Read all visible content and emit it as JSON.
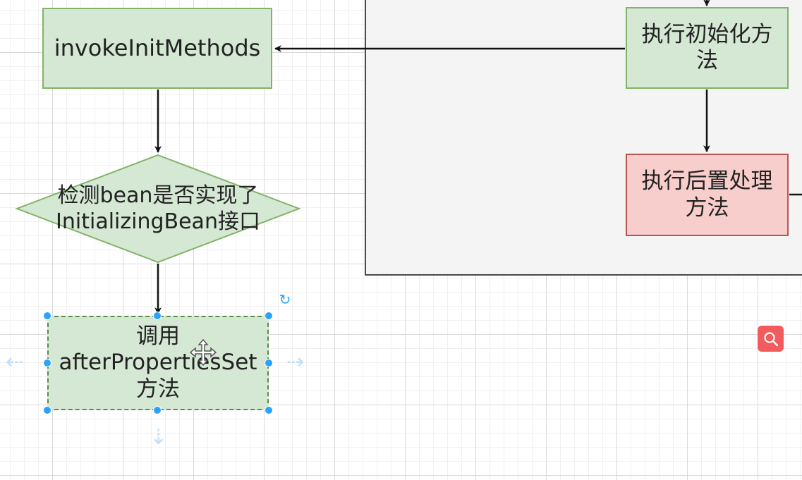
{
  "nodes": {
    "invoke_init_methods": "invokeInitMethods",
    "execute_init_method": "执行初始化方法",
    "execute_post_processor": "执行后置处理方法",
    "check_initializing_bean_line1": "检测bean是否实现了",
    "check_initializing_bean_line2": "InitializingBean接口",
    "call_after_properties_set_line1": "调用",
    "call_after_properties_set_line2": "afterPropertiesSet",
    "call_after_properties_set_line3": "方法"
  },
  "colors": {
    "process_fill": "#d5e8d4",
    "process_stroke": "#82b366",
    "highlight_fill": "#f8cecc",
    "highlight_stroke": "#b85450",
    "selection_handle": "#29a3ff",
    "search_button": "#f25c5c"
  },
  "icons": {
    "rotate": "rotate-icon",
    "move": "move-icon",
    "search": "search-icon"
  }
}
